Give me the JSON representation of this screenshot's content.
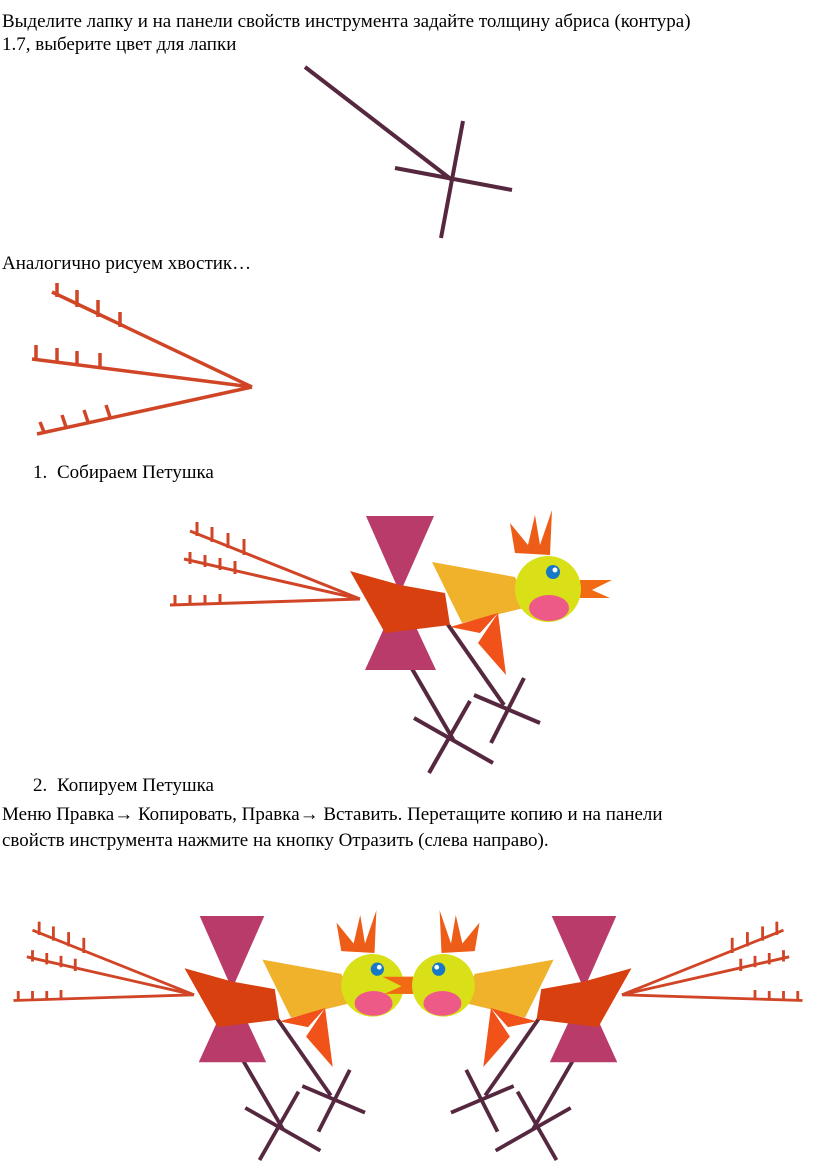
{
  "paragraphs": {
    "p1_line1": "Выделите лапку и на панели свойств инструмента задайте толщину абриса (контура)",
    "p1_line2": "1.7, выберите цвет для лапки",
    "p2": "Аналогично рисуем хвостик…",
    "p4_line1": "Меню Правка→ Копировать, Правка→ Вставить. Перетащите копию и на панели",
    "p4_line2": "свойств инструмента нажмите на кнопку Отразить (слева направо)."
  },
  "list": [
    {
      "number": "1.",
      "label": "Собираем Петушка"
    },
    {
      "number": "2.",
      "label": "Копируем Петушка"
    }
  ],
  "figures": [
    {
      "icon": "rooster-leg-drawing"
    },
    {
      "icon": "rooster-tail-drawing"
    },
    {
      "icon": "rooster-drawing"
    },
    {
      "icon": "rooster-pair-mirrored-drawing"
    }
  ],
  "colors": {
    "leg": "#56283f",
    "tail": "#d14527",
    "wing": "#b83b69",
    "body": "#d8400f",
    "neck": "#f0b22a",
    "head": "#d9e018",
    "beak": "#f16a14",
    "wattle": "#ee5a87",
    "eye": "#1779c6"
  }
}
